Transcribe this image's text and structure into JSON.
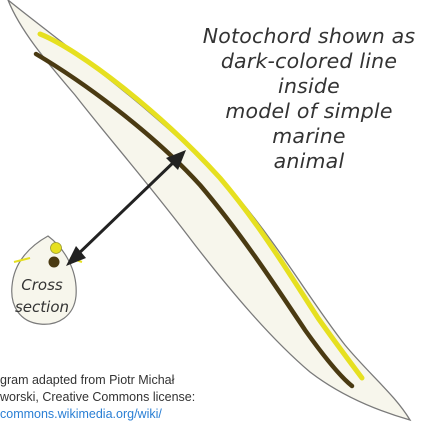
{
  "caption": {
    "line1": "Notochord shown as",
    "line2": "dark-colored line inside",
    "line3": "model of simple marine",
    "line4": "animal"
  },
  "cross_section": {
    "line1": "Cross",
    "line2": "section"
  },
  "credit": {
    "line1": "gram adapted from Piotr Michał",
    "line2": "worski, Creative Commons license:",
    "link": "commons.wikimedia.org/wiki/"
  },
  "colors": {
    "body_fill": "#f7f6ec",
    "outline": "#777777",
    "nerve_cord": "#e6e020",
    "notochord": "#4a3a12",
    "arrow": "#222222"
  }
}
